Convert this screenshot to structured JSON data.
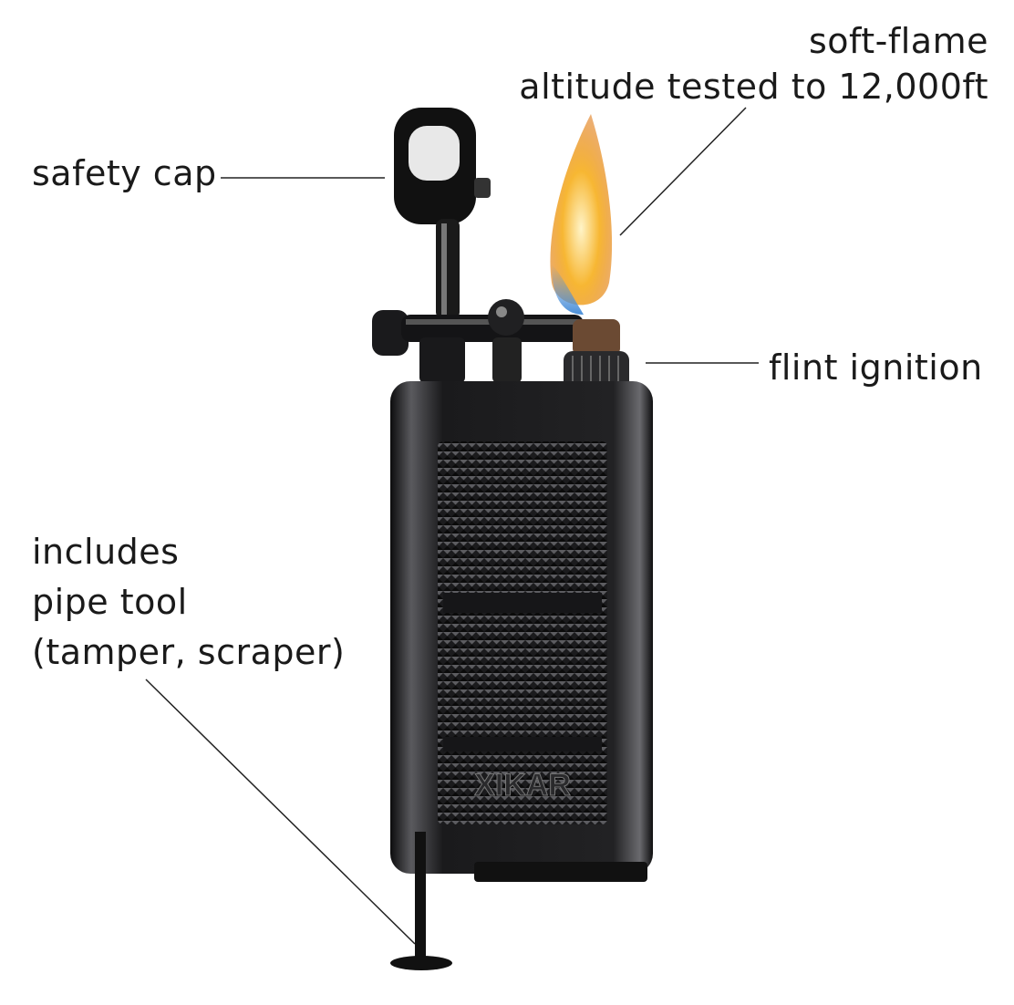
{
  "callouts": {
    "safety_cap": "safety cap",
    "soft_flame": "soft-flame",
    "altitude": "altitude tested to 12,000ft",
    "flint": "flint ignition",
    "pipe_tool": [
      "includes",
      "pipe tool",
      "(tamper, scraper)"
    ]
  },
  "product": {
    "logo": "XIKAR"
  },
  "colors": {
    "body": "#1c1c1e",
    "line": "#222222",
    "flame_yellow": "#f7b733",
    "flame_blue": "#4a8fd9"
  }
}
